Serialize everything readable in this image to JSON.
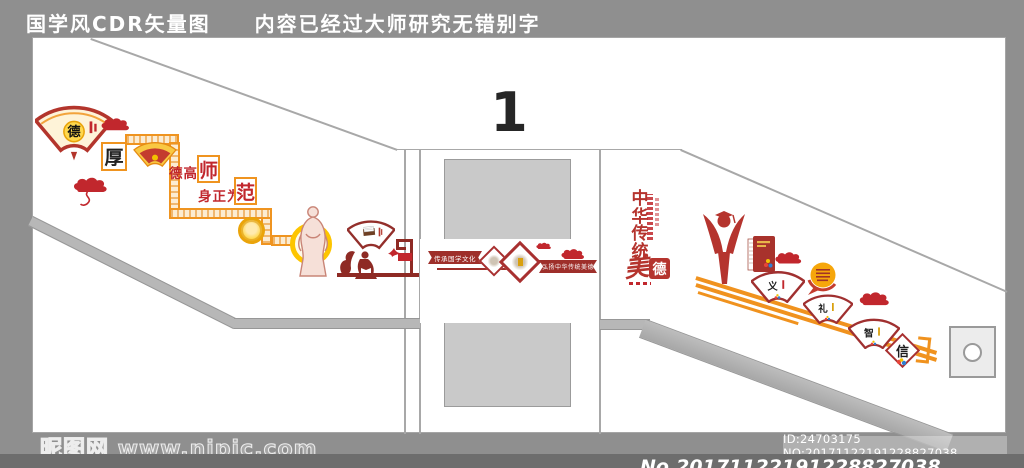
{
  "header": {
    "title": "国学风CDR矢量图　　内容已经过大师研究无错别字"
  },
  "stairwell": {
    "floor_number": "1"
  },
  "left_wall": {
    "fan_char": "德",
    "box_char": "厚",
    "motto1_prefix": "德高为",
    "motto1_emphasis": "师",
    "motto2_prefix": "身正为",
    "motto2_emphasis": "范"
  },
  "landing": {
    "banner_left": "传承国学文化",
    "banner_right": "弘扬中华传统美德"
  },
  "right_wall": {
    "headline": {
      "c1": "中",
      "c2": "华",
      "c3": "传",
      "c4": "统",
      "art": "美",
      "stamp": "德"
    },
    "fan1": "义",
    "fan2": "礼",
    "fan3": "智",
    "diamond": "信"
  },
  "watermark": {
    "site": "昵图网 www.nipic.com",
    "id_text": "ID:24703175 NO:20171122191228827038",
    "strip_text": "No.20171122191228827038"
  },
  "colors": {
    "accent_red": "#c1272d",
    "deep_red": "#9e2f2a",
    "orange": "#f0921e",
    "gold": "#f7b500"
  }
}
